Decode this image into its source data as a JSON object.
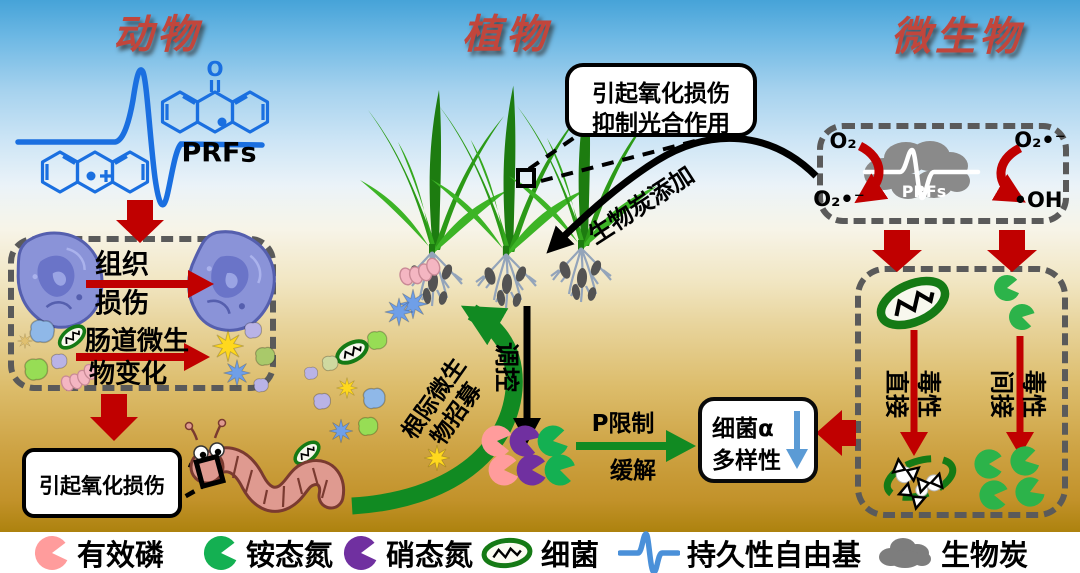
{
  "titles": {
    "animal": "动物",
    "plant": "植物",
    "microbe": "微生物"
  },
  "animal_section": {
    "prfs_label": "PRFs",
    "ketone_oxygen": "O",
    "tissue_line1": "组织",
    "tissue_line2": "损伤",
    "gut_line1": "肠道微生",
    "gut_line2": "物变化",
    "oxidative_damage": "引起氧化损伤"
  },
  "plant_section": {
    "callout_line1": "引起氧化损伤",
    "callout_line2": "抑制光合作用",
    "biochar_label": "生物炭添加",
    "regulate_label": "调控",
    "recruit_line1": "根际微生",
    "recruit_line2": "物招募",
    "p_line1": "P限制",
    "p_line2": "缓解",
    "diversity_line1": "细菌α",
    "diversity_line2": "多样性"
  },
  "microbe_section": {
    "o2": "O₂",
    "superoxide": "O₂•⁻",
    "hydroxyl": "•OH",
    "prfs_cloud_label": "PRFs",
    "direct_word": "直接",
    "direct_tox": "毒性",
    "indirect_word": "间接",
    "indirect_tox": "毒性"
  },
  "legend": {
    "items": [
      {
        "icon": "pink-pacman-icon",
        "label": "有效磷",
        "color": "#ff9c9c"
      },
      {
        "icon": "green-pacman-icon",
        "label": "铵态氮",
        "color": "#14b052"
      },
      {
        "icon": "purple-pacman-icon",
        "label": "硝态氮",
        "color": "#7030a0"
      },
      {
        "icon": "bacteria-icon",
        "label": "细菌",
        "color": "#157a15"
      },
      {
        "icon": "epr-signal-icon",
        "label": "持久性自由基",
        "color": "#4a90d9"
      },
      {
        "icon": "biochar-cloud-icon",
        "label": "生物炭",
        "color": "#7d7d7d"
      }
    ]
  },
  "colors": {
    "title_red": "#c1463c",
    "arrow_red": "#c00000",
    "arrow_green": "#118a22",
    "diversity_blue": "#5b9bd5",
    "epr_blue": "#1a6fe0",
    "dash_gray": "#5a5a5a",
    "sky_blue": "#46a3d8",
    "soil_gold": "#c2922a"
  }
}
